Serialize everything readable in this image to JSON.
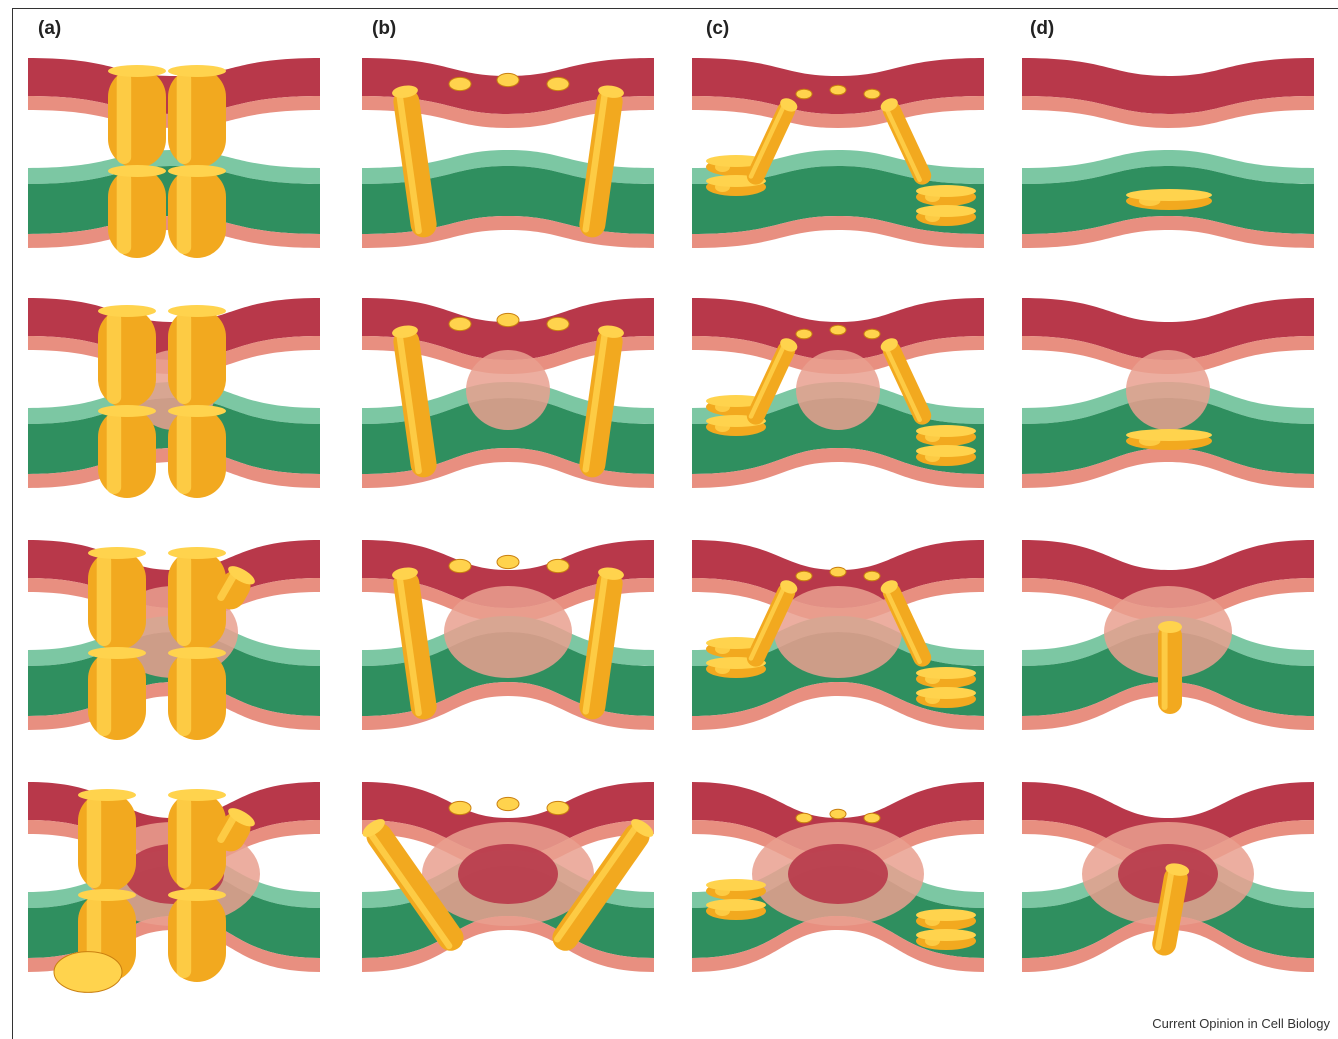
{
  "figure": {
    "columns": [
      {
        "label": "(a)"
      },
      {
        "label": "(b)"
      },
      {
        "label": "(c)"
      },
      {
        "label": "(d)"
      }
    ],
    "rows": 4,
    "credit": "Current Opinion in Cell Biology",
    "colors": {
      "upper_membrane_outer": "#b8384a",
      "upper_membrane_inner": "#e88f80",
      "lower_membrane_outer": "#2f8f5f",
      "lower_membrane_inner": "#7cc7a3",
      "lipid_fusion_zone": "#e9a08f",
      "protein": "#f2a91f",
      "protein_highlight": "#ffd34d",
      "protein_shadow": "#c97f10"
    }
  }
}
